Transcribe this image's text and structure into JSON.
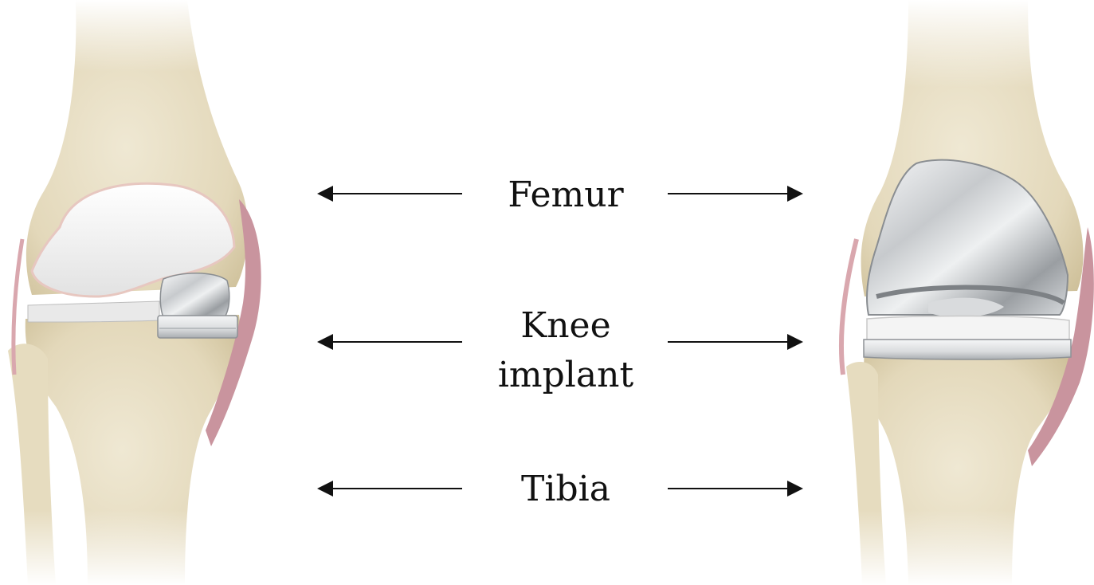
{
  "labels": {
    "femur": "Femur",
    "knee_line1": "Knee",
    "knee_line2": "implant",
    "tibia": "Tibia"
  },
  "colors": {
    "bone": "#e8dfc6",
    "bone_shadow": "#d4c8a6",
    "cartilage": "#f4f4f4",
    "ligament": "#c9949e",
    "metal_light": "#f2f3f4",
    "metal_dark": "#8e9296",
    "arrow": "#111111"
  },
  "left_knee": {
    "type": "partial-knee-implant"
  },
  "right_knee": {
    "type": "total-knee-implant"
  }
}
